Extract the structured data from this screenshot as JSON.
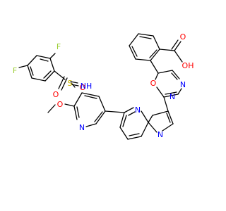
{
  "structure": {
    "colors": {
      "carbon_bond": "#000000",
      "fluorine": "#9acd32",
      "sulfur": "#c8b400",
      "oxygen": "#ff0000",
      "nitrogen": "#0000ff",
      "background": "#ffffff"
    },
    "atoms": {
      "f_top": "F",
      "f_left": "F",
      "s": "S",
      "o_s_left": "O",
      "o_s_right": "O",
      "nh": "NH",
      "o_methoxy": "O",
      "n_pyridine": "N",
      "o_oxadiazole": "O",
      "n_oxadiazole_1": "N",
      "n_oxadiazole_2": "N",
      "n_bridge": "N",
      "n_imidazole": "N",
      "o_carbonyl": "O",
      "oh": "OH"
    }
  }
}
